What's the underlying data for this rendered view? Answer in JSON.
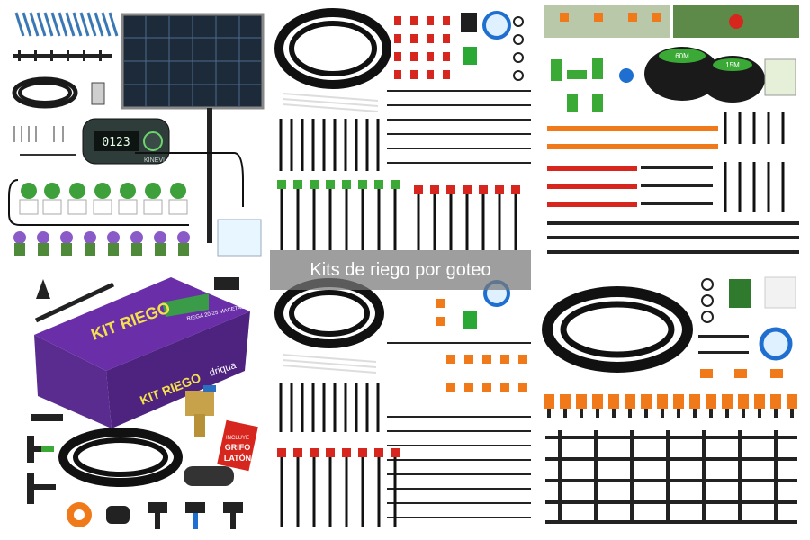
{
  "caption": {
    "text": "Kits de riego por goteo"
  },
  "timer": {
    "display": "0123",
    "brand": "KINEVI"
  },
  "box": {
    "title": "KIT RIEGO",
    "subtitle": "BALCONES | TERRAZAS",
    "brand": "driqua",
    "badge": "RIEGA 20-25 MACETAS",
    "tag_line1": "INCLUYE",
    "tag_line2": "GRIFO",
    "tag_line3": "LATÓN"
  },
  "hoses": {
    "label_a": "60M",
    "label_b": "15M"
  },
  "colors": {
    "purple": "#5b2c8f",
    "orange": "#f07a1a",
    "red": "#d7261e",
    "green": "#3aa935",
    "blue": "#1e6fd0"
  }
}
